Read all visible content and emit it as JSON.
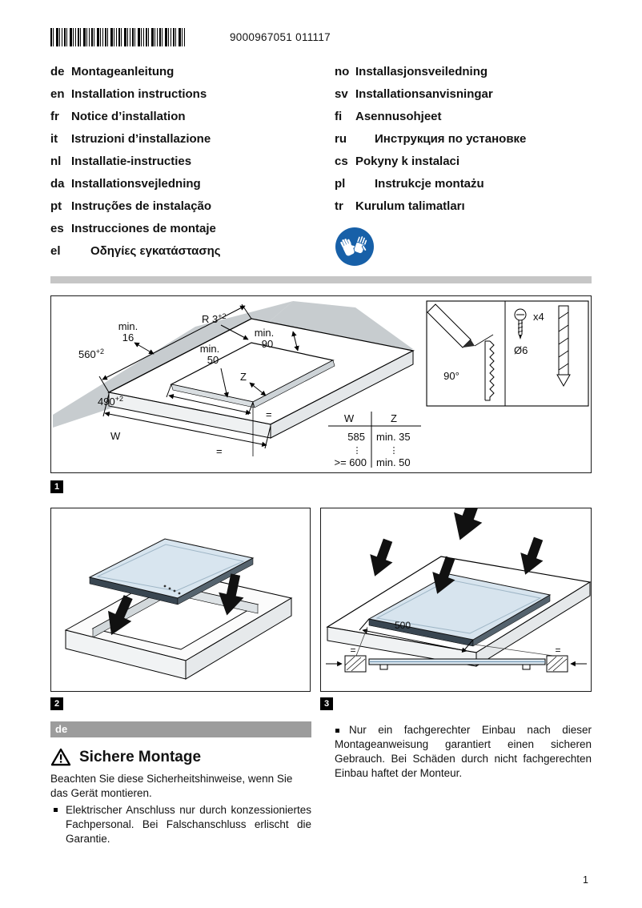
{
  "header": {
    "doc_number": "9000967051 011117"
  },
  "languages": {
    "left": [
      {
        "code": "de",
        "label": "Montageanleitung"
      },
      {
        "code": "en",
        "label": "Installation instructions"
      },
      {
        "code": "fr",
        "label": "Notice d’installation"
      },
      {
        "code": "it",
        "label": "Istruzioni d’installazione"
      },
      {
        "code": "nl",
        "label": "Installatie-instructies"
      },
      {
        "code": "da",
        "label": "Installationsvejledning"
      },
      {
        "code": "pt",
        "label": "Instruções de instalação"
      },
      {
        "code": "es",
        "label": "Instrucciones de montaje"
      },
      {
        "code": "el",
        "label": "Οδηγίες εγκατάστασης"
      }
    ],
    "right": [
      {
        "code": "no",
        "label": "Installasjonsveiledning"
      },
      {
        "code": "sv",
        "label": "Installationsanvisningar"
      },
      {
        "code": "fi",
        "label": "Asennusohjeet"
      },
      {
        "code": "ru",
        "label": "Инструкция по установке"
      },
      {
        "code": "cs",
        "label": "Pokyny k instalaci"
      },
      {
        "code": "pl",
        "label": "Instrukcje montażu"
      },
      {
        "code": "tr",
        "label": "Kurulum talimatları"
      }
    ]
  },
  "icons": {
    "gloves": "wear-protective-gloves",
    "warning": "warning-triangle"
  },
  "figures": {
    "fig1": {
      "badge": "1",
      "dims": {
        "min16_a": "min.",
        "min16_b": "16",
        "r": "R 3",
        "r_sup": "+2",
        "min90_a": "min.",
        "min90_b": "90",
        "d560": "560",
        "d560_sup": "+2",
        "min50_a": "min.",
        "min50_b": "50",
        "z": "Z",
        "d490": "490",
        "d490_sup": "+2",
        "w": "W",
        "eq": "="
      },
      "tools": {
        "angle": "90°",
        "screws": "x4",
        "drill": "Ø6"
      },
      "table": {
        "col1": "W",
        "col2": "Z",
        "r1c1": "585",
        "r1c2": "min. 35",
        "dots": "⋮",
        "r2c1": ">= 600",
        "r2c2": "min. 50"
      }
    },
    "fig2": {
      "badge": "2"
    },
    "fig3": {
      "badge": "3",
      "dim500": "500",
      "eq": "="
    }
  },
  "content": {
    "lang_tag": "de",
    "heading": "Sichere Montage",
    "intro": "Beachten Sie diese Sicherheitshinweise, wenn Sie das Gerät montieren.",
    "bullets_left": [
      "Elektrischer Anschluss nur durch konzessioniertes Fachpersonal. Bei Falschanschluss erlischt die Garantie."
    ],
    "bullets_right": [
      "Nur ein fachgerechter Einbau nach dieser Montageanweisung garantiert einen sicheren Gebrauch. Bei Schäden durch nicht fachgerechten Einbau haftet der Monteur."
    ]
  },
  "page_number": "1",
  "colors": {
    "safety_blue": "#1760a8",
    "divider_gray": "#c6c6c6",
    "tag_gray": "#9c9c9c",
    "hob_surface": "#d8e5ef"
  }
}
